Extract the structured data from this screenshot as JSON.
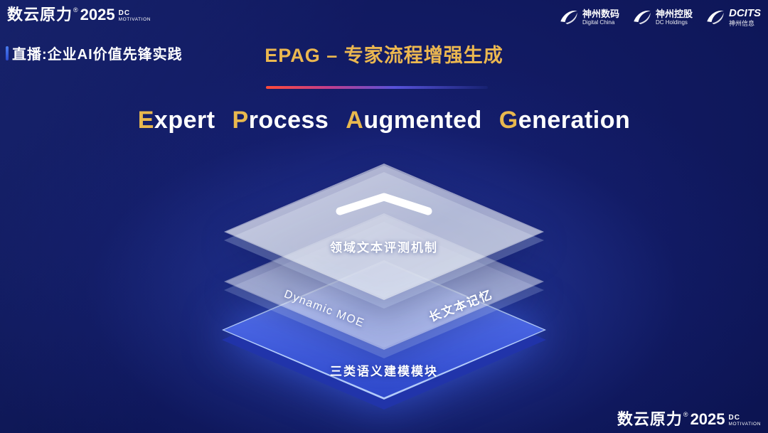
{
  "brand": {
    "name_cn": "数云原力",
    "reg": "®",
    "year": "2025",
    "dc": "DC",
    "motivation": "MOTIVATION"
  },
  "header": {
    "live_label": "直播:企业AI价值先锋实践",
    "title": "EPAG – 专家流程增强生成",
    "partner_logos": [
      {
        "icon": "swoosh-icon",
        "line1": "神州数码",
        "line2": "Digital China"
      },
      {
        "icon": "swoosh-icon",
        "line1": "神州控股",
        "line2": "DC Holdings"
      },
      {
        "icon": "swoosh-icon",
        "line1": "DCITS",
        "line2": "神州信息"
      }
    ]
  },
  "main": {
    "subtitle": [
      {
        "lead": "E",
        "rest": "xpert"
      },
      {
        "lead": "P",
        "rest": "rocess"
      },
      {
        "lead": "A",
        "rest": "ugmented"
      },
      {
        "lead": "G",
        "rest": "eneration"
      }
    ],
    "diagram": {
      "top_layer": {
        "icon": "chevron-up-icon",
        "label": "领域文本评测机制"
      },
      "middle_layer": {
        "label_left": "Dynamic MOE",
        "label_right": "长文本记忆"
      },
      "bottom_layer": {
        "label": "三类语义建模模块"
      }
    }
  },
  "colors": {
    "accent_gold": "#E9B84E",
    "layer_blue": "#3D5BE0",
    "background_deep": "#070C38",
    "divider_red": "#FF4A38",
    "divider_blue": "#3A54D2"
  }
}
